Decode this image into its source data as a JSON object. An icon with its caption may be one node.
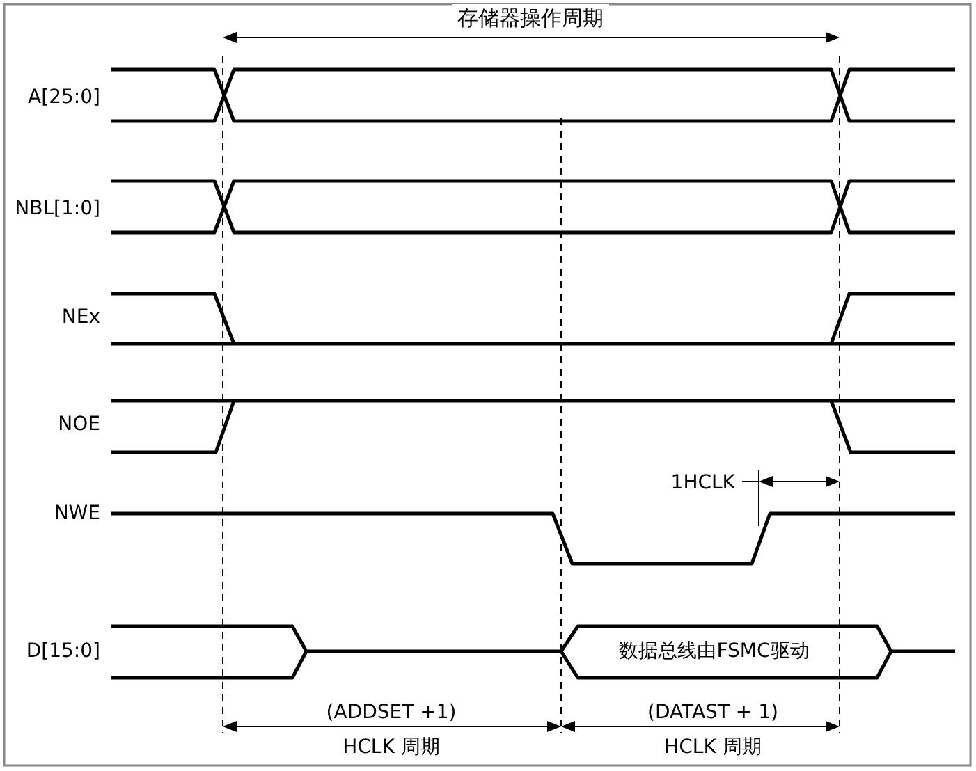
{
  "diagram": {
    "title": "存储器操作周期",
    "labels": [
      "A[25:0]",
      "NBL[1:0]",
      "NEx",
      "NOE",
      "1HCLK",
      "NWE",
      "D[15:0]",
      "数据总线由FSMC驱动",
      "(ADDSET +1)",
      "(DATAST + 1)",
      "HCLK 周期",
      "HCLK 周期"
    ]
  }
}
